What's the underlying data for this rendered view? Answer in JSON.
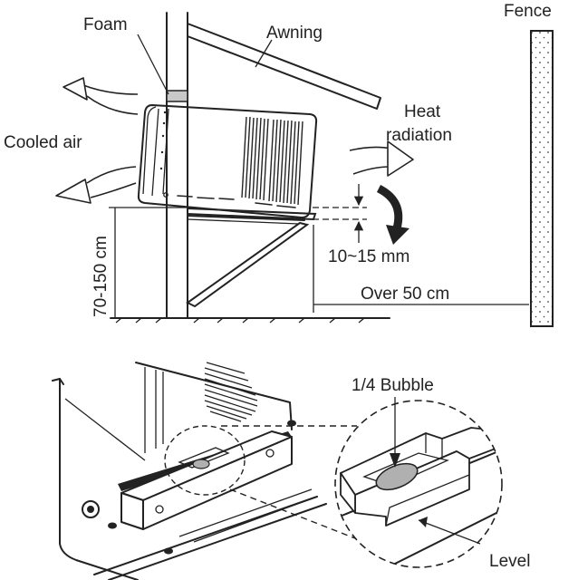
{
  "labels": {
    "foam": "Foam",
    "awning": "Awning",
    "fence": "Fence",
    "cooled_air": "Cooled air",
    "heat_line1": "Heat",
    "heat_line2": "radiation",
    "tilt": "10~15 mm",
    "height": "70-150 cm",
    "distance": "Over 50 cm",
    "bubble": "1/4 Bubble",
    "level": "Level"
  },
  "colors": {
    "line": "#222222",
    "foam": "#c8c8c8",
    "bubble": "#b0b0b0",
    "background": "#ffffff"
  }
}
